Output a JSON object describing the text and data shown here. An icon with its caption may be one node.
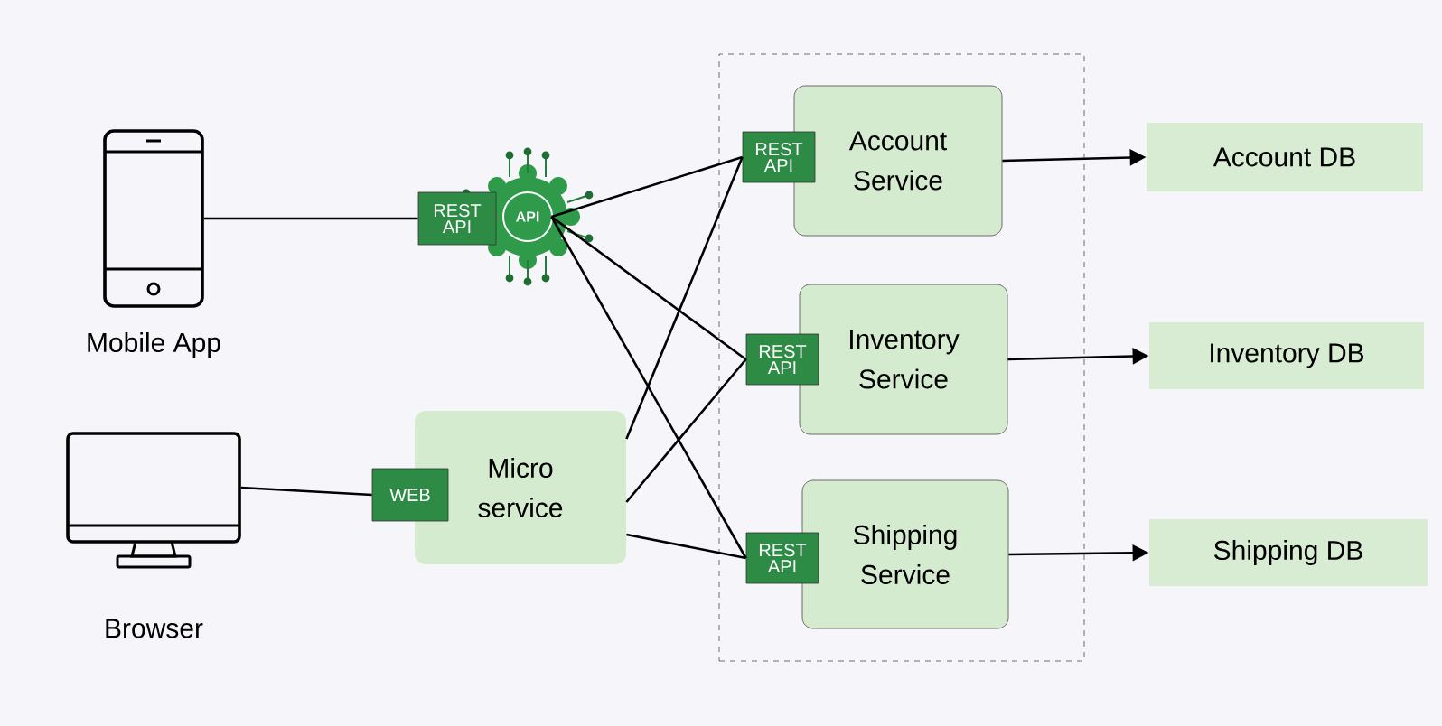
{
  "diagram": {
    "nodes": [
      {
        "text": [
          "Mobile App"
        ]
      },
      {
        "text": [
          "Browser"
        ]
      },
      {
        "text": [
          "API"
        ]
      },
      {
        "text": [
          "REST API"
        ]
      },
      {
        "text": [
          "Micro service"
        ]
      },
      {
        "text": [
          "WEB"
        ]
      },
      {
        "text": [],
        "shape": "box"
      },
      {
        "text": [
          "Account Service"
        ],
        "in": 6
      },
      {
        "text": [
          "REST API"
        ],
        "in": 6
      },
      {
        "text": [
          "Inventory Service"
        ],
        "in": 6
      },
      {
        "text": [
          "REST API"
        ],
        "in": 6
      },
      {
        "text": [
          "Shipping Service"
        ],
        "in": 6
      },
      {
        "text": [
          "REST API"
        ],
        "in": 6
      },
      {
        "text": [
          "Account DB"
        ]
      },
      {
        "text": [
          "Inventory DB"
        ]
      },
      {
        "text": [
          "Shipping DB"
        ]
      }
    ],
    "edges": [
      {
        "from": 0,
        "to": 3,
        "arrow": "none"
      },
      {
        "from": 1,
        "to": 5,
        "arrow": "none"
      },
      {
        "from": 2,
        "to": 8,
        "arrow": "none"
      },
      {
        "from": 2,
        "to": 10,
        "arrow": "none"
      },
      {
        "from": 2,
        "to": 12,
        "arrow": "none"
      },
      {
        "from": 4,
        "to": 8,
        "arrow": "none"
      },
      {
        "from": 4,
        "to": 10,
        "arrow": "none"
      },
      {
        "from": 4,
        "to": 12,
        "arrow": "none"
      },
      {
        "from": 7,
        "to": 13,
        "arrow": "to"
      },
      {
        "from": 9,
        "to": 14,
        "arrow": "to"
      },
      {
        "from": 11,
        "to": 15,
        "arrow": "to"
      }
    ]
  }
}
